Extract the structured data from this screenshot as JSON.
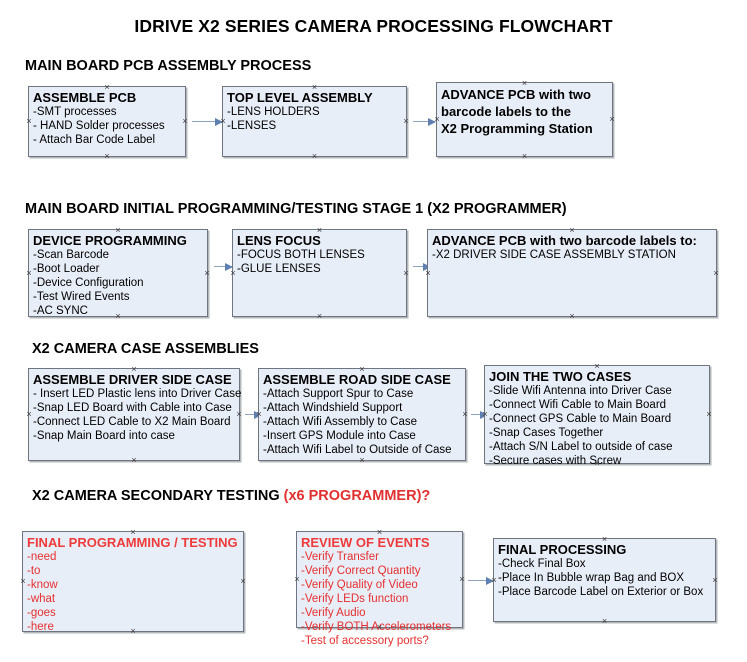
{
  "document": {
    "title": "IDRIVE X2  SERIES CAMERA PROCESSING FLOWCHART"
  },
  "colors": {
    "node_fill": "#e8eef8",
    "node_border": "#6f7580",
    "connector": "#8fa3c0",
    "accent_red": "#e53030",
    "text": "#000000"
  },
  "sections": [
    {
      "id": "main-board-pcb-assembly-process",
      "heading": "MAIN BOARD PCB ASSEMBLY PROCESS",
      "heading_accent": "",
      "nodes": [
        {
          "id": "assemble-pcb",
          "title": "ASSEMBLE PCB",
          "lines": [
            "-SMT processes",
            "- HAND Solder processes",
            "- Attach Bar Code Label"
          ]
        },
        {
          "id": "top-level-assembly",
          "title": "TOP LEVEL ASSEMBLY",
          "lines": [
            "-LENS HOLDERS",
            "-LENSES"
          ]
        },
        {
          "id": "advance-pcb-to-x2-programming-station",
          "title_lines": [
            "ADVANCE PCB with two",
            "barcode labels to the",
            " X2 Programming Station"
          ],
          "lines": []
        }
      ]
    },
    {
      "id": "main-board-initial-programming-testing-stage-1",
      "heading": "MAIN BOARD INITIAL PROGRAMMING/TESTING STAGE 1 (X2 PROGRAMMER)",
      "heading_accent": "",
      "nodes": [
        {
          "id": "device-programming",
          "title": "DEVICE PROGRAMMING",
          "lines": [
            "-Scan Barcode",
            "-Boot Loader",
            "-Device Configuration",
            "-Test Wired Events",
            "-AC SYNC"
          ]
        },
        {
          "id": "lens-focus",
          "title": "LENS FOCUS",
          "lines": [
            "-FOCUS BOTH LENSES",
            "-GLUE LENSES"
          ]
        },
        {
          "id": "advance-pcb-to-driver-side-case-assembly",
          "title": "ADVANCE PCB with two barcode labels to:",
          "lines": [
            "-X2 DRIVER  SIDE  CASE  ASSEMBLY STATION"
          ]
        }
      ]
    },
    {
      "id": "x2-camera-case-assemblies",
      "heading": "X2 CAMERA CASE ASSEMBLIES",
      "heading_accent": "",
      "nodes": [
        {
          "id": "assemble-driver-side-case",
          "title": "ASSEMBLE DRIVER SIDE CASE",
          "lines": [
            "- Insert LED Plastic lens into Driver Case",
            "-Snap LED Board with Cable into Case",
            "-Connect LED Cable to X2 Main Board",
            "-Snap Main Board into case"
          ]
        },
        {
          "id": "assemble-road-side-case",
          "title": "ASSEMBLE ROAD SIDE CASE",
          "lines": [
            "-Attach Support Spur to Case",
            "-Attach Windshield Support",
            "-Attach Wifi Assembly to Case",
            "-Insert GPS Module into Case",
            "-Attach Wifi Label to Outside of Case"
          ]
        },
        {
          "id": "join-the-two-cases",
          "title": "JOIN THE TWO CASES",
          "lines": [
            "-Slide Wifi Antenna into Driver Case",
            "-Connect Wifi Cable to Main Board",
            "-Connect GPS Cable to Main Board",
            "-Snap Cases Together",
            "-Attach S/N Label to outside of case",
            "-Secure cases with Screw"
          ]
        }
      ]
    },
    {
      "id": "x2-camera-secondary-testing",
      "heading": "X2 CAMERA SECONDARY TESTING ",
      "heading_accent": "(x6 PROGRAMMER)?",
      "nodes": [
        {
          "id": "final-programming-testing",
          "title": "FINAL PROGRAMMING / TESTING",
          "lines": [
            "-need",
            "-to",
            "-know",
            "-what",
            "-goes",
            "-here"
          ]
        },
        {
          "id": "review-of-events",
          "title": "REVIEW OF EVENTS",
          "lines": [
            "-Verify Transfer",
            "-Verify Correct Quantity",
            "-Verify Quality of Video",
            "-Verify LEDs function",
            "-Verify Audio",
            "-Verify BOTH Accelerometers",
            "-Test of accessory ports?"
          ]
        },
        {
          "id": "final-processing",
          "title": "FINAL PROCESSING",
          "lines": [
            " -Check Final Box",
            "-Place In Bubble wrap Bag and BOX",
            "-Place Barcode Label on Exterior or Box"
          ]
        }
      ]
    }
  ]
}
